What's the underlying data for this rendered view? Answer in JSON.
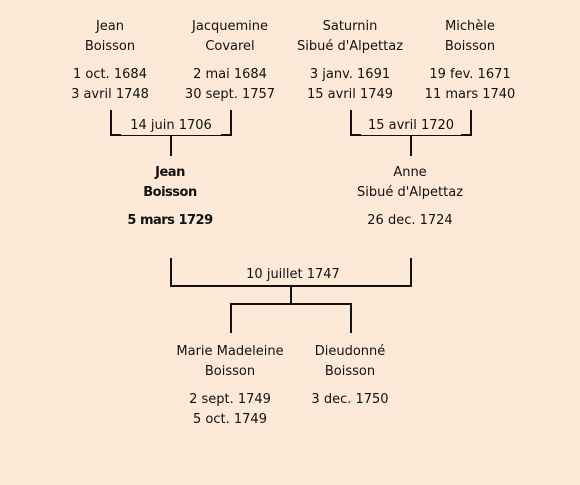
{
  "tree": {
    "grandparents": [
      {
        "given": "Jean",
        "family": "Boisson",
        "birth": "1 oct. 1684",
        "death": "3 avril 1748"
      },
      {
        "given": "Jacquemine",
        "family": "Covarel",
        "birth": "2 mai 1684",
        "death": "30 sept. 1757"
      },
      {
        "given": "Saturnin",
        "family": "Sibué d'Alpettaz",
        "birth": "3 janv. 1691",
        "death": "15 avril 1749"
      },
      {
        "given": "Michèle",
        "family": "Boisson",
        "birth": "19 fev. 1671",
        "death": "11 mars 1740"
      }
    ],
    "grandparent_marriages": [
      "14 juin 1706",
      "15 avril 1720"
    ],
    "parents": [
      {
        "given": "Jean",
        "family": "Boisson",
        "birth": "5 mars 1729",
        "death": ""
      },
      {
        "given": "Anne",
        "family": "Sibué d'Alpettaz",
        "birth": "26 dec. 1724",
        "death": ""
      }
    ],
    "parent_marriage": "10 juillet 1747",
    "children": [
      {
        "given": "Marie Madeleine",
        "family": "Boisson",
        "birth": "2 sept. 1749",
        "death": "5 oct. 1749"
      },
      {
        "given": "Dieudonné",
        "family": "Boisson",
        "birth": "3 dec. 1750",
        "death": ""
      }
    ]
  }
}
